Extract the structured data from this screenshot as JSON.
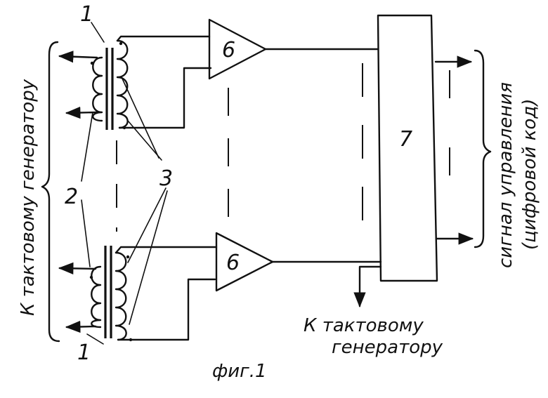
{
  "labels": {
    "transformer": "1",
    "secondary_winding": "2",
    "taps": "3",
    "amplifier": "6",
    "block": "7",
    "left_caption": "К тактовому генератору",
    "right_caption_line1": "сигнал управления",
    "right_caption_line2": "(цифровой код)",
    "bottom_caption_line1": "К тактовому",
    "bottom_caption_line2": "генератору",
    "figure_caption": "фиг.1"
  },
  "colors": {
    "ink": "#111111",
    "paper": "#ffffff"
  }
}
